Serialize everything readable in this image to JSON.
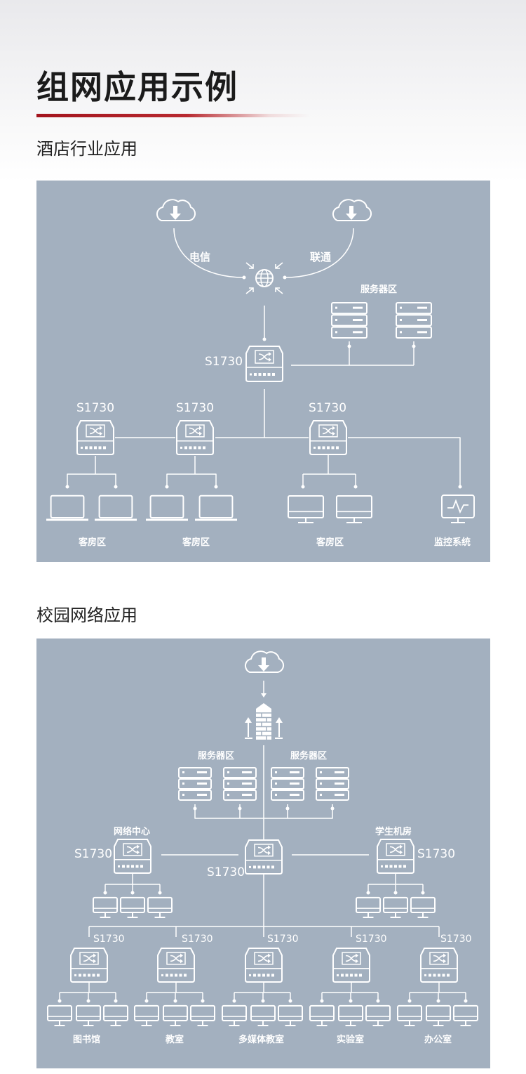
{
  "page": {
    "title": "组网应用示例"
  },
  "colors": {
    "accent": "#a3141d",
    "panel": "#a3b0bf",
    "line": "#ffffff"
  },
  "hotel": {
    "section_title": "酒店行业应用",
    "isp_left": "电信",
    "isp_right": "联通",
    "server_zone": "服务器区",
    "core_model": "S1730",
    "access_models": [
      "S1730",
      "S1730",
      "S1730"
    ],
    "zones": [
      "客房区",
      "客房区",
      "客房区",
      "监控系统"
    ]
  },
  "campus": {
    "section_title": "校园网络应用",
    "server_zones": [
      "服务器区",
      "服务器区"
    ],
    "network_center": "网络中心",
    "student_lab": "学生机房",
    "left_model": "S1730",
    "core_model": "S1730",
    "right_model": "S1730",
    "access_models": [
      "S1730",
      "S1730",
      "S1730",
      "S1730",
      "S1730"
    ],
    "zones": [
      "图书馆",
      "教室",
      "多媒体教室",
      "实验室",
      "办公室"
    ]
  }
}
